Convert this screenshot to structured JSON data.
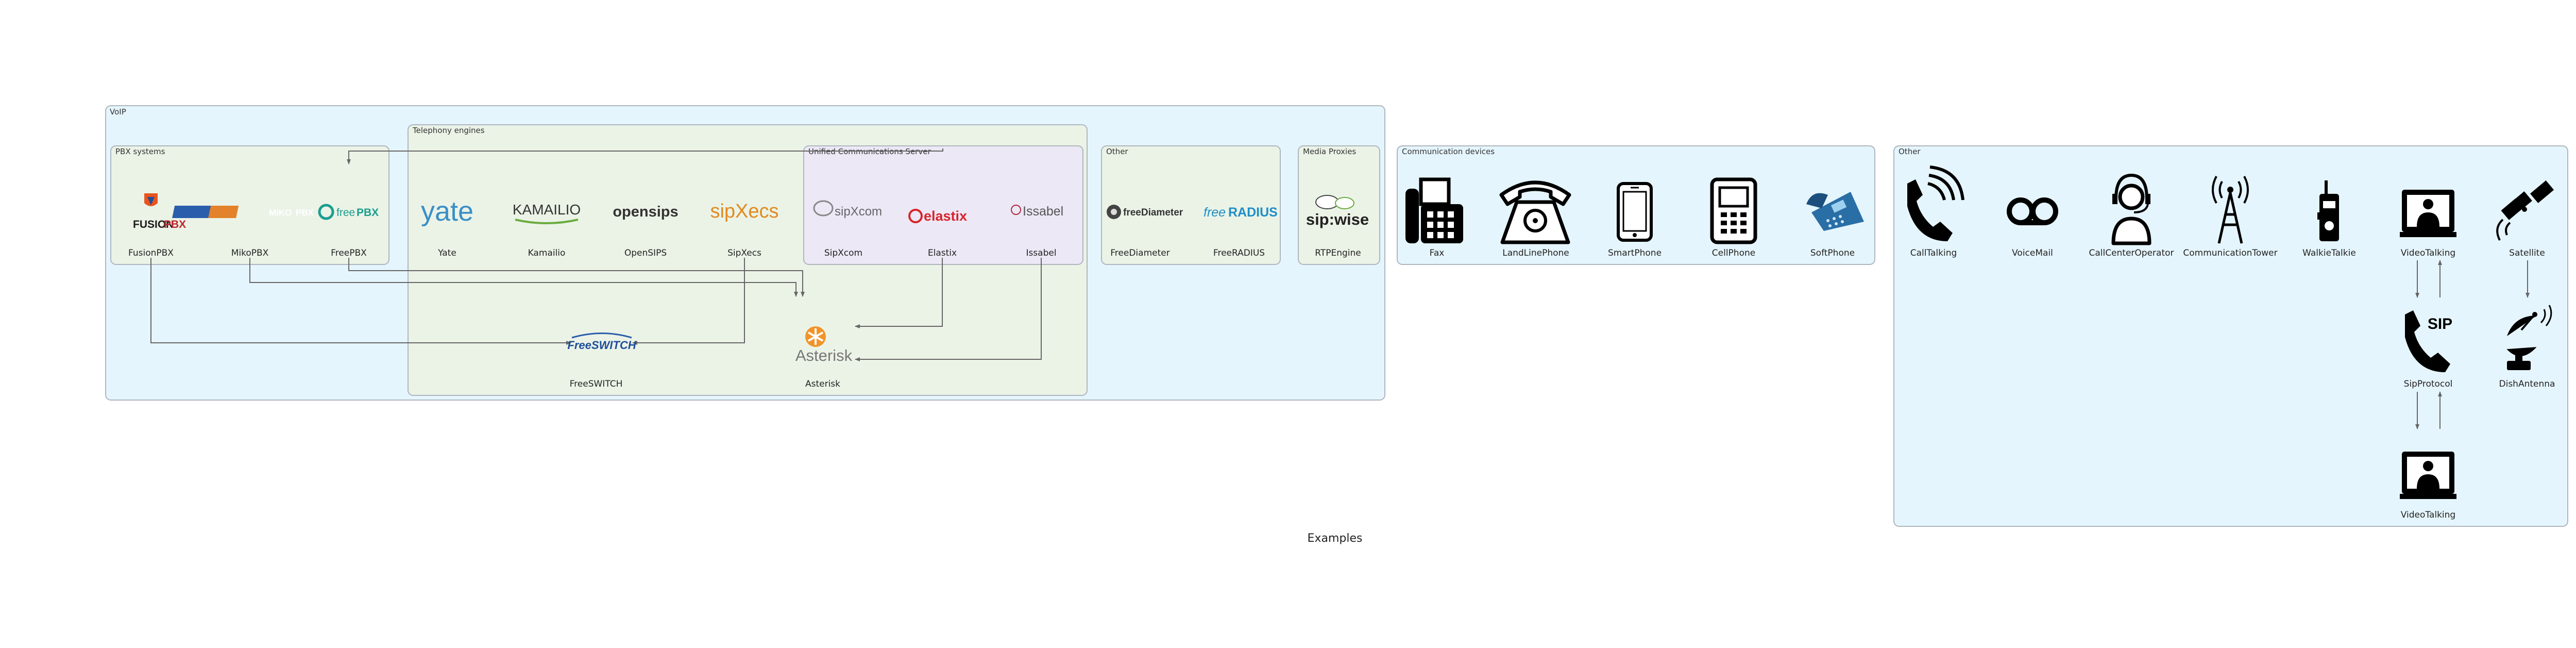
{
  "caption": "Examples",
  "clusters": {
    "voip": "VoIP",
    "pbx_systems": "PBX systems",
    "telephony_engines": "Telephony engines",
    "unified_comm": "Unified Communications Server",
    "voip_other": "Other",
    "media_proxies": "Media Proxies",
    "comm_devices": "Communication devices",
    "other": "Other"
  },
  "nodes": {
    "fusionpbx": {
      "label": "FusionPBX",
      "logo": [
        "FUSION",
        "PBX"
      ]
    },
    "mikopbx": {
      "label": "MikoPBX",
      "logo": [
        "MIKO",
        "PBX"
      ]
    },
    "freepbx": {
      "label": "FreePBX",
      "logo": [
        "free",
        "PBX"
      ]
    },
    "yate": {
      "label": "Yate",
      "logo": "yate"
    },
    "kamailio": {
      "label": "Kamailio",
      "logo": "KAMAILIO"
    },
    "opensips": {
      "label": "OpenSIPS",
      "logo": "opensips"
    },
    "sipxecs": {
      "label": "SipXecs",
      "logo": "sipXecs"
    },
    "sipxcom": {
      "label": "SipXcom",
      "logo": "sipXcom"
    },
    "elastix": {
      "label": "Elastix",
      "logo": "elastix"
    },
    "issabel": {
      "label": "Issabel",
      "logo": "Issabel"
    },
    "freediameter": {
      "label": "FreeDiameter",
      "logo": "freeDiameter"
    },
    "freeradius": {
      "label": "FreeRADIUS",
      "logo": [
        "free",
        "RADIUS"
      ]
    },
    "rtpengine": {
      "label": "RTPEngine",
      "logo": "sip:wise"
    },
    "freeswitch": {
      "label": "FreeSWITCH",
      "logo": "FreeSWITCH"
    },
    "asterisk": {
      "label": "Asterisk",
      "logo": "Asterisk"
    },
    "fax": {
      "label": "Fax"
    },
    "landlinephone": {
      "label": "LandLinePhone"
    },
    "smartphone": {
      "label": "SmartPhone"
    },
    "cellphone": {
      "label": "CellPhone"
    },
    "softphone": {
      "label": "SoftPhone"
    },
    "calltalking": {
      "label": "CallTalking"
    },
    "voicemail": {
      "label": "VoiceMail"
    },
    "callcenteroperator": {
      "label": "CallCenterOperator"
    },
    "communicationtower": {
      "label": "CommunicationTower"
    },
    "walkietalkie": {
      "label": "WalkieTalkie"
    },
    "videotalking": {
      "label": "VideoTalking"
    },
    "satellite": {
      "label": "Satellite"
    },
    "sipprotocol": {
      "label": "SipProtocol",
      "logo": "SIP"
    },
    "dishantenna": {
      "label": "DishAntenna"
    },
    "videotalking2": {
      "label": "VideoTalking"
    }
  },
  "colors": {
    "voip_fill": "#e5f5fd",
    "voip_stroke": "#aeb6be",
    "telephony_fill": "#ebf3e7",
    "unified_fill": "#ece8f6",
    "edge": "#666666",
    "icon": "#000000"
  }
}
